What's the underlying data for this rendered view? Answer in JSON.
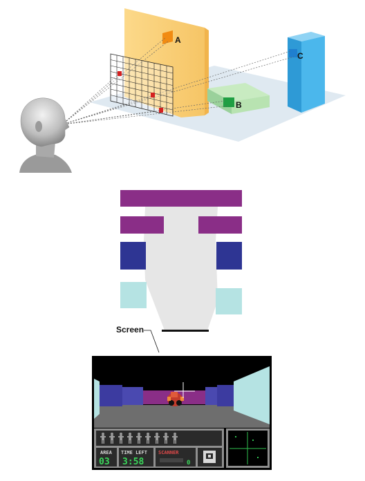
{
  "labels": {
    "a": "A",
    "b": "B",
    "c": "C",
    "screen": "Screen"
  },
  "hud": {
    "area_label": "AREA",
    "area_value": "03",
    "time_label": "TIME LEFT",
    "time_value": "3:58",
    "scanner_label": "SCANNER",
    "ammo_value": "0"
  },
  "colors": {
    "yellow_wall": "#fcd98a",
    "blue_block": "#48b8ea",
    "green_block": "#a9dca0",
    "purple": "#8a2e87",
    "navy": "#2e3593",
    "cyan": "#b5e3e3",
    "grid_marker": "#d42020"
  }
}
